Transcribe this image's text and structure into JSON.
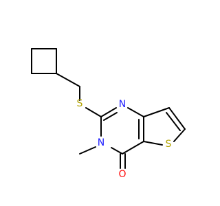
{
  "molecule": {
    "atoms": [
      {
        "id": "S_thioether",
        "symbol": "S",
        "color": "#B2A300"
      },
      {
        "id": "N_ring_top",
        "symbol": "N",
        "color": "#2020FF"
      },
      {
        "id": "N_ring_methyl",
        "symbol": "N",
        "color": "#2020FF"
      },
      {
        "id": "S_thiophene",
        "symbol": "S",
        "color": "#B2A300"
      },
      {
        "id": "O_carbonyl",
        "symbol": "O",
        "color": "#FF0D0D"
      }
    ],
    "bond_color": "#000000"
  }
}
